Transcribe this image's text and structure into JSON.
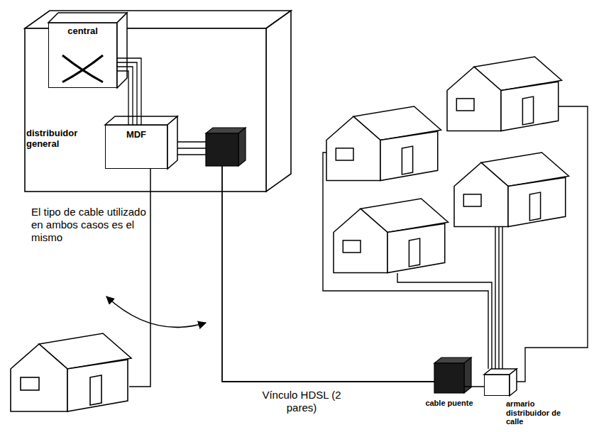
{
  "diagram": {
    "nodes": [
      {
        "text": [
          "central"
        ]
      },
      {
        "text": [
          "distribuidor general",
          "MDF"
        ]
      },
      {
        "text": [
          "armario distribuidor de calle"
        ]
      }
    ],
    "edges": [
      {
        "from": 0,
        "to": 1,
        "arrow": "none"
      }
    ],
    "labels": [
      "El tipo de cable utilizado en ambos casos es el mismo",
      "Vínculo HDSL (2 pares)",
      "cable puente"
    ]
  }
}
